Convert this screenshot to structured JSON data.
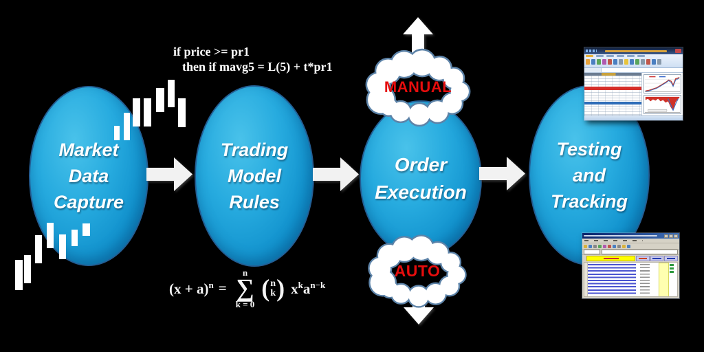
{
  "diagram": {
    "stages": [
      {
        "label": "Market\nData\nCapture"
      },
      {
        "label": "Trading\nModel\nRules"
      },
      {
        "label": "Order\nExecution"
      },
      {
        "label": "Testing\nand\nTracking"
      }
    ],
    "clouds": [
      {
        "label": "MANUAL"
      },
      {
        "label": "AUTO"
      }
    ],
    "rule_code": {
      "line1": "if price >= pr1",
      "line2": "then if mavg5 = L(5) +  t*pr1"
    },
    "formula": {
      "lhs": "(x + a)",
      "lhs_exp": "n",
      "eq": "=",
      "sum_upper": "n",
      "sum_symbol": "∑",
      "sum_lower": "k = 0",
      "binom_open": "(",
      "binom_top": "n",
      "binom_bottom": "k",
      "binom_close": ")",
      "term1_base": "x",
      "term1_exp": "k",
      "term2_base": "a",
      "term2_exp": "n−k"
    }
  },
  "colors": {
    "background": "#000000",
    "stage_fill_light": "#49c2ea",
    "stage_fill_dark": "#0d79b6",
    "stage_border": "#235e94",
    "stage_text": "#ffffff",
    "cloud_fill": "#ffffff",
    "cloud_stroke": "#5d83a8",
    "cloud_label_red": "#e60d0d",
    "arrow_fill": "#f2f2f2",
    "price_bar_white": "#ffffff",
    "excel_red_band": "#d62f2a",
    "excel_blue_band": "#2e6db8",
    "excel_yellow": "#ffff00"
  }
}
